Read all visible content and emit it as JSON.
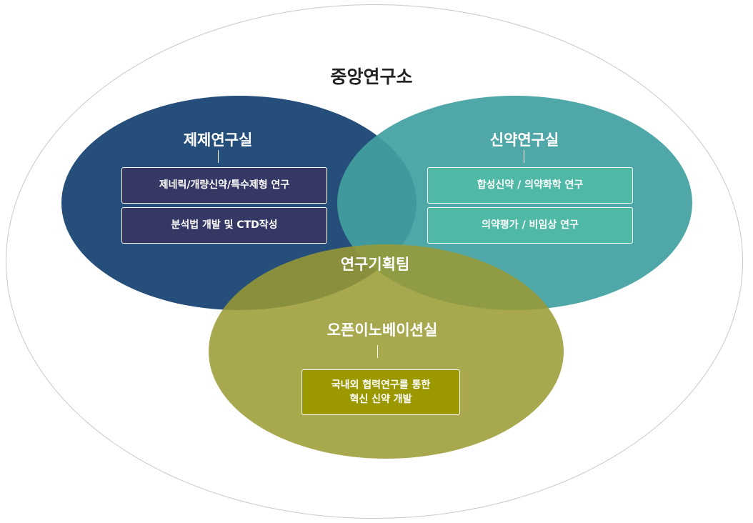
{
  "diagram": {
    "outer_title": "중앙연구소",
    "center_label": "연구기획팀",
    "left": {
      "title": "제제연구실",
      "items": [
        "제네릭/개량신약/특수제형 연구",
        "분석법 개발 및 CTD작성"
      ]
    },
    "right": {
      "title": "신약연구실",
      "items": [
        "합성신약 / 의약화학 연구",
        "의약평가 / 비임상 연구"
      ]
    },
    "bottom": {
      "title": "오픈이노베이션실",
      "item_lines": [
        "국내외 협력연구를 통한",
        "혁신 신약 개발"
      ]
    },
    "colors": {
      "left_circle": "#254e7a",
      "right_circle": "#41a0a0",
      "bottom_circle": "#9a9a32",
      "left_box": "#353765",
      "right_box": "#4fb9a6",
      "bottom_box": "#9b9800"
    }
  }
}
